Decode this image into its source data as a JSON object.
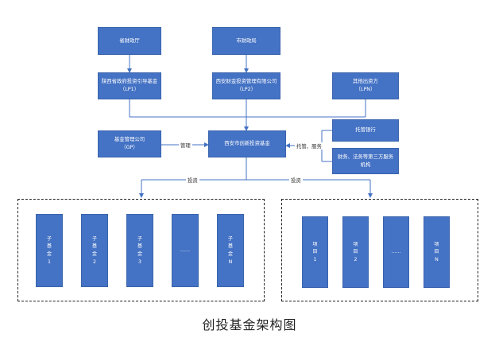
{
  "boxes": {
    "finance_dept": "省财政厅",
    "city_finance": "市财政局",
    "lp1_name": "陕西省政府投资引导基金",
    "lp1_tag": "（LP1）",
    "lp2_name": "西安财金投资管理有限公司",
    "lp2_tag": "（LP2）",
    "lpn_name": "其他出资方",
    "lpn_tag": "（LPN）",
    "gp_name": "基金管理公司",
    "gp_tag": "（GP）",
    "center": "西安市创新投资基金",
    "custodian": "托管银行",
    "third_party_1": "财务、法务等第三方服务",
    "third_party_2": "机构"
  },
  "edge_labels": {
    "manage": "管理",
    "custody_service": "托管、服务",
    "invest_left": "投资",
    "invest_right": "投资"
  },
  "sub_funds": [
    {
      "text": "子基金1"
    },
    {
      "text": "子基金2"
    },
    {
      "text": "子基金3"
    },
    {
      "text": "……"
    },
    {
      "text": "子基金N"
    }
  ],
  "projects": [
    {
      "text": "项目1"
    },
    {
      "text": "项目2"
    },
    {
      "text": "……"
    },
    {
      "text": "项目N"
    }
  ],
  "caption": "创投基金架构图",
  "colors": {
    "box_fill": "#4472c4",
    "connector": "#4472c4"
  }
}
